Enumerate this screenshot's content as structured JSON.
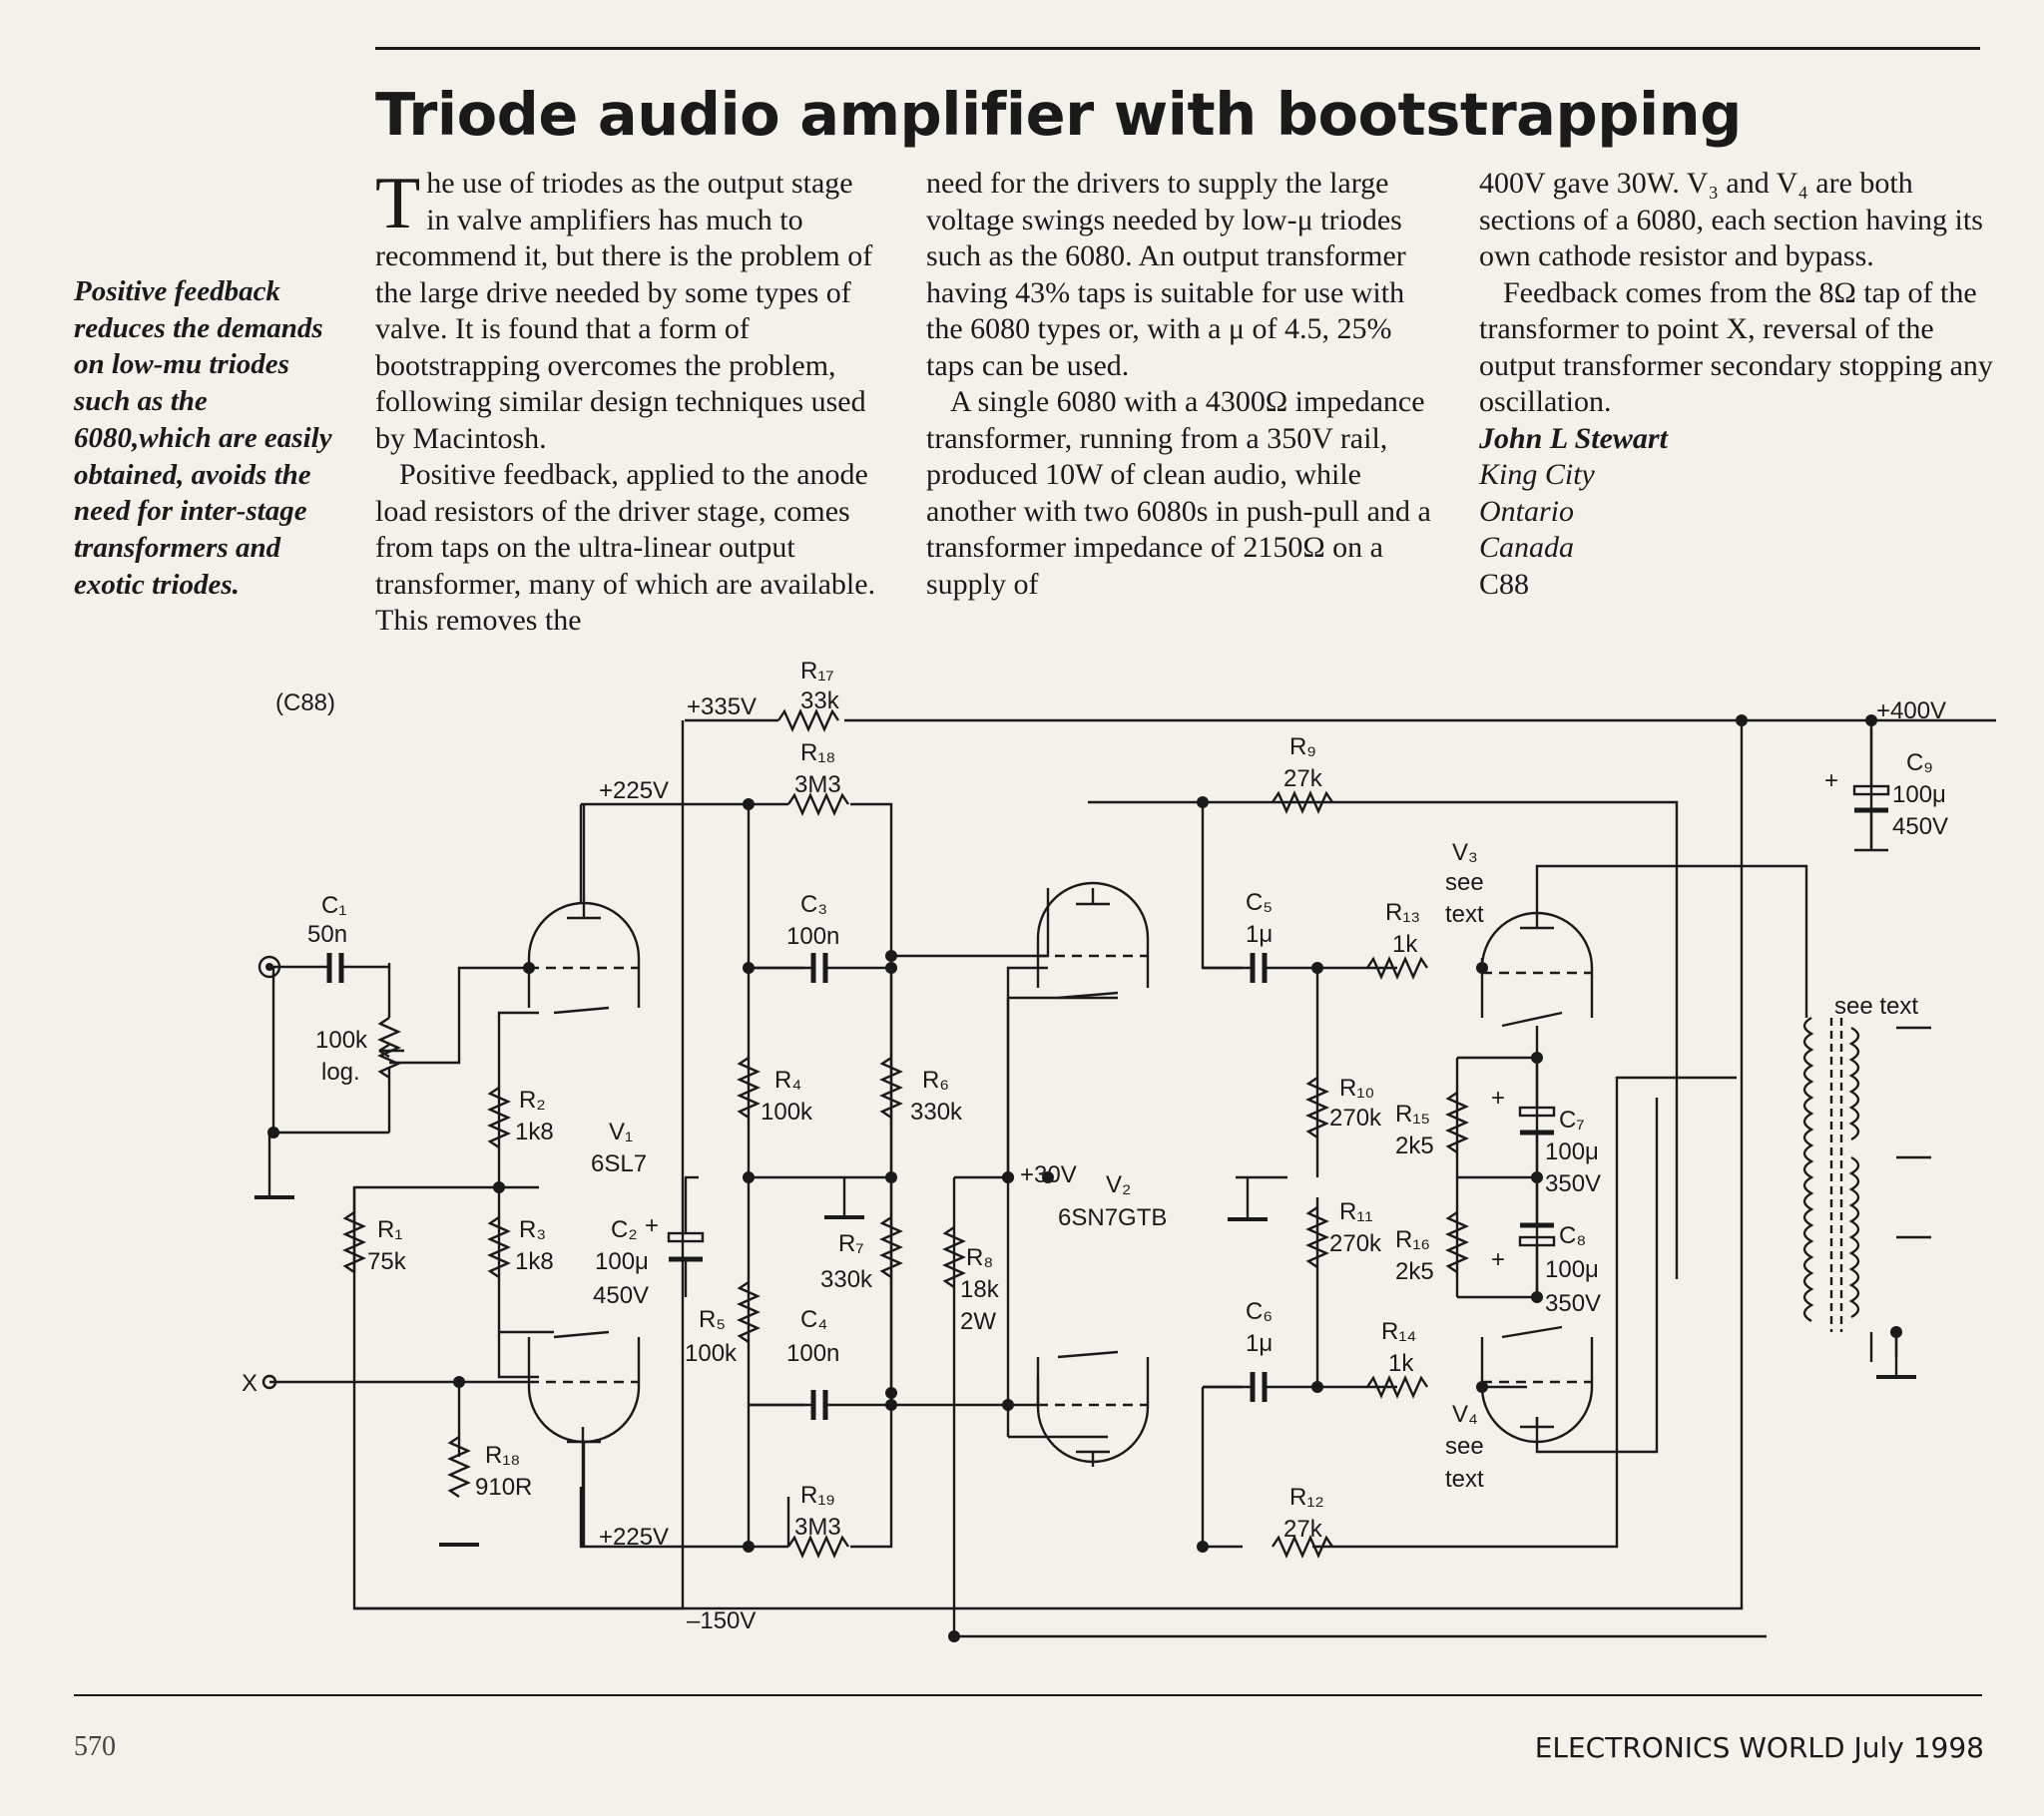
{
  "title": "Triode audio amplifier with bootstrapping",
  "sidebar": "Positive feedback reduces the demands on low-mu triodes such as the 6080,which are easily obtained, avoids the need for inter-stage transformers and exotic triodes.",
  "col1": {
    "dropcap": "T",
    "p1": "he use of triodes as the output stage in valve amplifiers has much to recommend it, but there is the problem of the large drive needed by some types of valve. It is found that a form of bootstrapping overcomes the problem, following similar design techniques used by Macintosh.",
    "p2": "Positive feedback, applied to the anode load resistors of the driver stage, comes from taps on the ultra-linear output transformer, many of which are available. This removes the"
  },
  "col2": {
    "p1": "need for the drivers to supply the large voltage swings needed by low-μ triodes such as the 6080. An output transformer having 43% taps is suitable for use with the 6080 types or, with a μ of 4.5, 25% taps can be used.",
    "p2": "A single 6080 with a 4300Ω impedance transformer, running from a 350V rail, produced 10W of clean audio, while another with two 6080s in push-pull and a transformer impedance of 2150Ω on a supply of"
  },
  "col3": {
    "p1": "400V gave 30W. V₃ and V₄ are both sections of a 6080, each section having its own cathode resistor and bypass.",
    "p2": "Feedback comes from the 8Ω tap of the transformer to point X, reversal of the output transformer secondary stopping any oscillation.",
    "author": "John L Stewart",
    "place1": "King City",
    "place2": "Ontario",
    "place3": "Canada",
    "code": "C88"
  },
  "schematic": {
    "ref": "(C88)",
    "rails": {
      "v335": "+335V",
      "v225a": "+225V",
      "v400": "+400V",
      "v225b": "+225V",
      "vm150": "–150V",
      "v30": "+30V"
    },
    "input": {
      "c1": "C₁",
      "c1v": "50n",
      "pot": "100k",
      "pot2": "log.",
      "x": "X"
    },
    "v1": {
      "name": "V₁",
      "type": "6SL7"
    },
    "v2": {
      "name": "V₂",
      "type": "6SN7GTB"
    },
    "v3": {
      "name": "V₃",
      "see": "see",
      "text": "text"
    },
    "v4": {
      "name": "V₄",
      "see": "see",
      "text": "text"
    },
    "xfmr": "see text",
    "r1": "R₁",
    "r1v": "75k",
    "r2": "R₂",
    "r2v": "1k8",
    "r3": "R₃",
    "r3v": "1k8",
    "r4": "R₄",
    "r4v": "100k",
    "r5": "R₅",
    "r5v": "100k",
    "r6": "R₆",
    "r6v": "330k",
    "r7": "R₇",
    "r7v": "330k",
    "r8": "R₈",
    "r8v": "18k",
    "r8p": "2W",
    "r9": "R₉",
    "r9v": "27k",
    "r10": "R₁₀",
    "r10v": "270k",
    "r11": "R₁₁",
    "r11v": "270k",
    "r12": "R₁₂",
    "r12v": "27k",
    "r13": "R₁₃",
    "r13v": "1k",
    "r14": "R₁₄",
    "r14v": "1k",
    "r15": "R₁₅",
    "r15v": "2k5",
    "r16": "R₁₆",
    "r16v": "2k5",
    "r17": "R₁₇",
    "r17v": "33k",
    "r18a": "R₁₈",
    "r18av": "3M3",
    "r18b": "R₁₈",
    "r18bv": "910R",
    "r19": "R₁₉",
    "r19v": "3M3",
    "c2": "C₂",
    "c2v": "100μ",
    "c2vv": "450V",
    "c3": "C₃",
    "c3v": "100n",
    "c4": "C₄",
    "c4v": "100n",
    "c5": "C₅",
    "c5v": "1μ",
    "c6": "C₆",
    "c6v": "1μ",
    "c7": "C₇",
    "c7v": "100μ",
    "c7vv": "350V",
    "c8": "C₈",
    "c8v": "100μ",
    "c8vv": "350V",
    "c9": "C₉",
    "c9v": "100μ",
    "c9vv": "450V",
    "plus": "+"
  },
  "page_number": "570",
  "footer": "ELECTRONICS WORLD July 1998"
}
